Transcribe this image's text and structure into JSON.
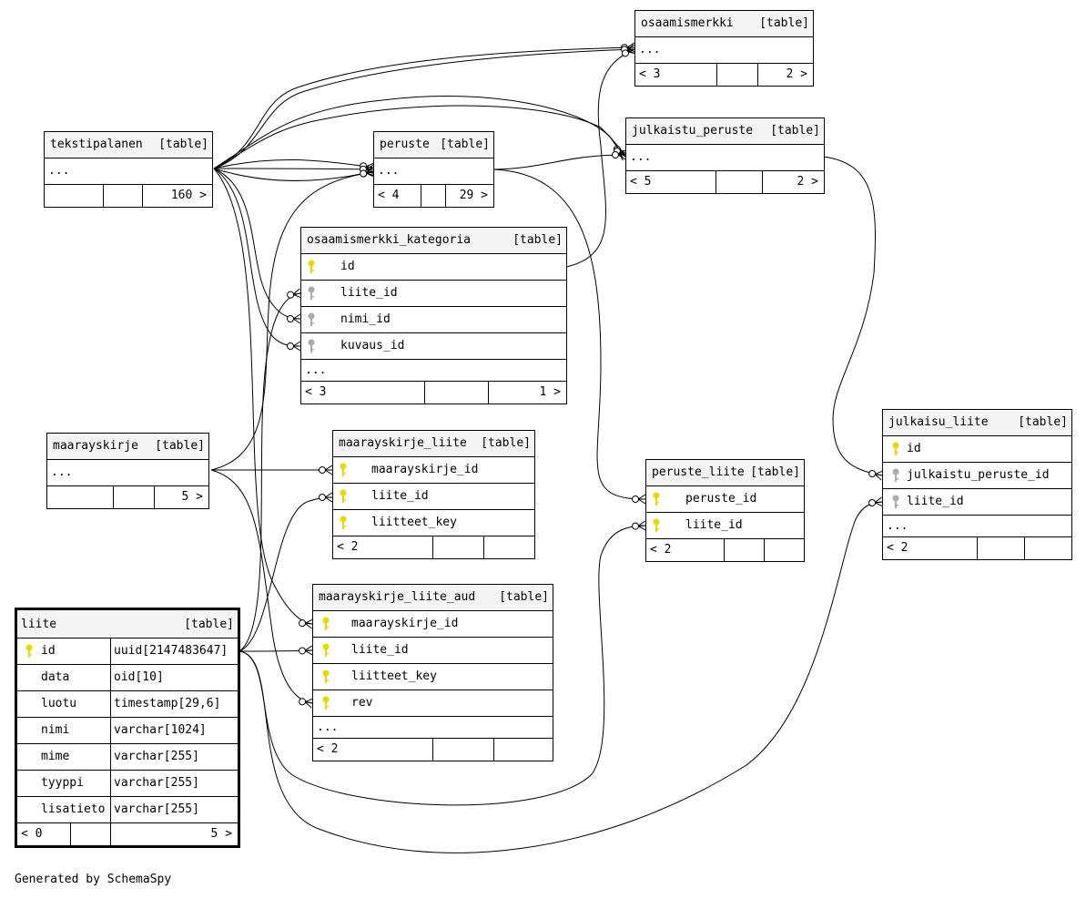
{
  "tables": {
    "osaamismerkki": {
      "name": "osaamismerkki",
      "type": "[table]",
      "ellipsis": "...",
      "foot_left": "< 3",
      "foot_right": "2 >"
    },
    "julkaistu_peruste": {
      "name": "julkaistu_peruste",
      "type": "[table]",
      "ellipsis": "...",
      "foot_left": "< 5",
      "foot_right": "2 >"
    },
    "tekstipalanen": {
      "name": "tekstipalanen",
      "type": "[table]",
      "ellipsis": "...",
      "foot_right": "160 >"
    },
    "peruste": {
      "name": "peruste",
      "type": "[table]",
      "ellipsis": "...",
      "foot_left": "< 4",
      "foot_right": "29 >"
    },
    "osaamismerkki_kategoria": {
      "name": "osaamismerkki_kategoria",
      "type": "[table]",
      "ellipsis": "...",
      "columns": [
        "id",
        "liite_id",
        "nimi_id",
        "kuvaus_id"
      ],
      "foot_left": "< 3",
      "foot_right": "1 >"
    },
    "maarayskirje": {
      "name": "maarayskirje",
      "type": "[table]",
      "ellipsis": "...",
      "foot_right": "5 >"
    },
    "maarayskirje_liite": {
      "name": "maarayskirje_liite",
      "type": "[table]",
      "columns": [
        "maarayskirje_id",
        "liite_id",
        "liitteet_key"
      ],
      "foot_left": "< 2"
    },
    "peruste_liite": {
      "name": "peruste_liite",
      "type": "[table]",
      "columns": [
        "peruste_id",
        "liite_id"
      ],
      "foot_left": "< 2"
    },
    "julkaisu_liite": {
      "name": "julkaisu_liite",
      "type": "[table]",
      "ellipsis": "...",
      "columns": [
        "id",
        "julkaistu_peruste_id",
        "liite_id"
      ],
      "foot_left": "< 2"
    },
    "maarayskirje_liite_aud": {
      "name": "maarayskirje_liite_aud",
      "type": "[table]",
      "ellipsis": "...",
      "columns": [
        "maarayskirje_id",
        "liite_id",
        "liitteet_key",
        "rev"
      ],
      "foot_left": "< 2"
    },
    "liite": {
      "name": "liite",
      "type": "[table]",
      "columns": [
        {
          "name": "id",
          "type": "uuid[2147483647]"
        },
        {
          "name": "data",
          "type": "oid[10]"
        },
        {
          "name": "luotu",
          "type": "timestamp[29,6]"
        },
        {
          "name": "nimi",
          "type": "varchar[1024]"
        },
        {
          "name": "mime",
          "type": "varchar[255]"
        },
        {
          "name": "tyyppi",
          "type": "varchar[255]"
        },
        {
          "name": "lisatieto",
          "type": "varchar[255]"
        }
      ],
      "foot_left": "< 0",
      "foot_right": "5 >"
    }
  },
  "colors": {
    "pk_key": "#e8d800",
    "fk_key": "#aaaaaa",
    "header_bg": "#f4f4f4"
  },
  "footer": "Generated by SchemaSpy"
}
